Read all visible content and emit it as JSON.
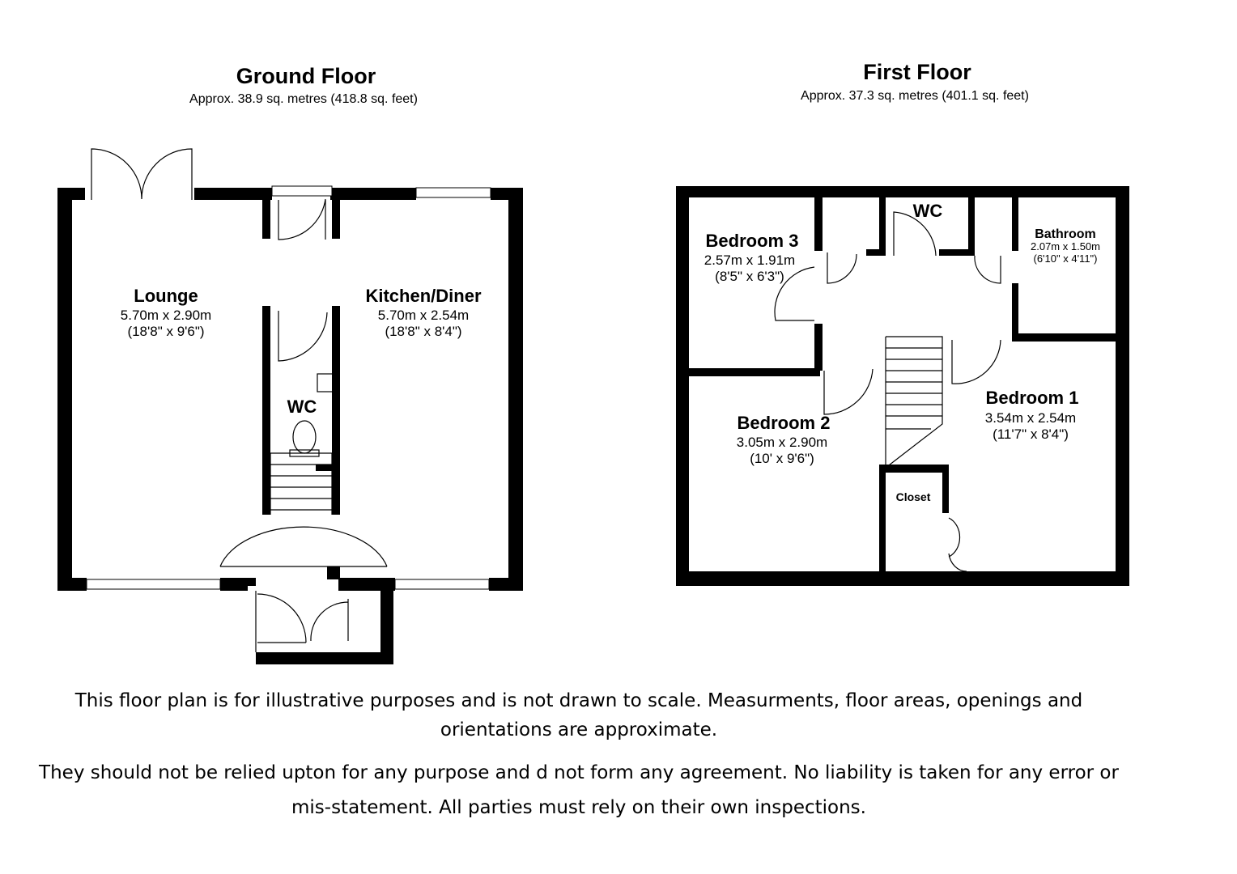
{
  "ground_floor": {
    "title": "Ground Floor",
    "area": "Approx. 38.9 sq. metres (418.8 sq. feet)",
    "rooms": {
      "lounge": {
        "name": "Lounge",
        "metric": "5.70m x 2.90m",
        "imperial": "(18'8\" x 9'6\")"
      },
      "kitchen": {
        "name": "Kitchen/Diner",
        "metric": "5.70m x 2.54m",
        "imperial": "(18'8\" x 8'4\")"
      },
      "wc": {
        "name": "WC"
      }
    }
  },
  "first_floor": {
    "title": "First Floor",
    "area": "Approx. 37.3 sq. metres (401.1 sq. feet)",
    "rooms": {
      "bedroom3": {
        "name": "Bedroom 3",
        "metric": "2.57m x 1.91m",
        "imperial": "(8'5\" x 6'3\")"
      },
      "wc": {
        "name": "WC"
      },
      "bathroom": {
        "name": "Bathroom",
        "metric": "2.07m x 1.50m",
        "imperial": "(6'10\" x 4'11\")"
      },
      "bedroom1": {
        "name": "Bedroom 1",
        "metric": "3.54m x 2.54m",
        "imperial": "(11'7\" x 8'4\")"
      },
      "bedroom2": {
        "name": "Bedroom 2",
        "metric": "3.05m x 2.90m",
        "imperial": "(10' x 9'6\")"
      },
      "closet": {
        "name": "Closet"
      }
    }
  },
  "disclaimer": {
    "line1": "This floor plan is for illustrative purposes and is not drawn to scale. Measurments, floor areas, openings and",
    "line2": "orientations are approximate.",
    "line3": "They should not be relied upton for any purpose and d not form any agreement. No liability is taken for any error or",
    "line4": "mis-statement. All parties must rely on their own inspections."
  }
}
